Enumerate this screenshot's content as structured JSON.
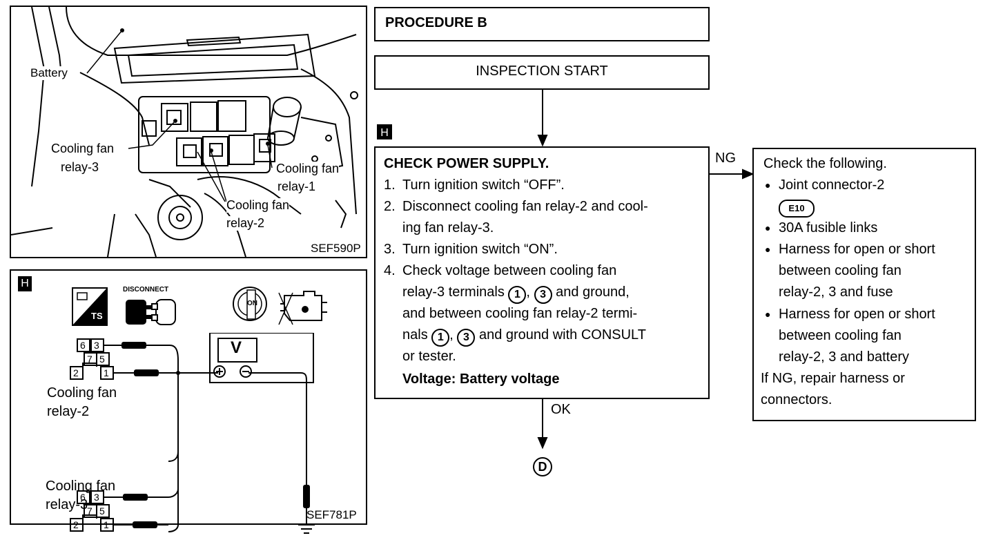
{
  "fig1": {
    "battery_label": "Battery",
    "relay3_line1": "Cooling fan",
    "relay3_line2": "relay-3",
    "relay1_line1": "Cooling fan",
    "relay1_line2": "relay-1",
    "relay2_line1": "Cooling fan",
    "relay2_line2": "relay-2",
    "code": "SEF590P"
  },
  "fig2": {
    "marker": "H",
    "disconnect_label": "DISCONNECT",
    "ts_label": "TS",
    "on_label": "ON",
    "meter_label": "V",
    "plus_symbol": "⊕",
    "minus_symbol": "⊖",
    "relay2_line1": "Cooling fan",
    "relay2_line2": "relay-2",
    "relay3_line1": "Cooling fan",
    "relay3_line2": "relay-3",
    "terminals": [
      "6",
      "3",
      "7",
      "5",
      "2",
      "1"
    ],
    "code": "SEF781P"
  },
  "procedure": {
    "title": "PROCEDURE B",
    "start": "INSPECTION START",
    "marker": "H",
    "check_title": "CHECK POWER SUPPLY.",
    "steps": [
      {
        "num": "1.",
        "lines": [
          "Turn ignition switch “OFF”."
        ]
      },
      {
        "num": "2.",
        "lines": [
          "Disconnect cooling fan relay-2 and cool-",
          "ing fan relay-3."
        ]
      },
      {
        "num": "3.",
        "lines": [
          "Turn ignition switch “ON”."
        ]
      },
      {
        "num": "4.",
        "lines": [
          "Check voltage between cooling fan",
          "relay-3 terminals",
          "and ground,",
          "and between cooling fan relay-2 termi-",
          "nals",
          "and ground with CONSULT",
          "or tester."
        ]
      }
    ],
    "term1": "1",
    "term3": "3",
    "comma": ",",
    "voltage": "Voltage: Battery voltage",
    "ng_label": "NG",
    "ok_label": "OK",
    "next_marker": "D",
    "ng_box": {
      "title": "Check the following.",
      "item1_line1": "Joint connector-2",
      "item1_connector": "E10",
      "item2": "30A fusible links",
      "item3_lines": [
        "Harness for open or short",
        "between cooling fan",
        "relay-2, 3 and fuse"
      ],
      "item4_lines": [
        "Harness for open or short",
        "between cooling fan",
        "relay-2, 3 and battery"
      ],
      "footer_lines": [
        "If NG, repair harness or",
        "connectors."
      ]
    }
  }
}
